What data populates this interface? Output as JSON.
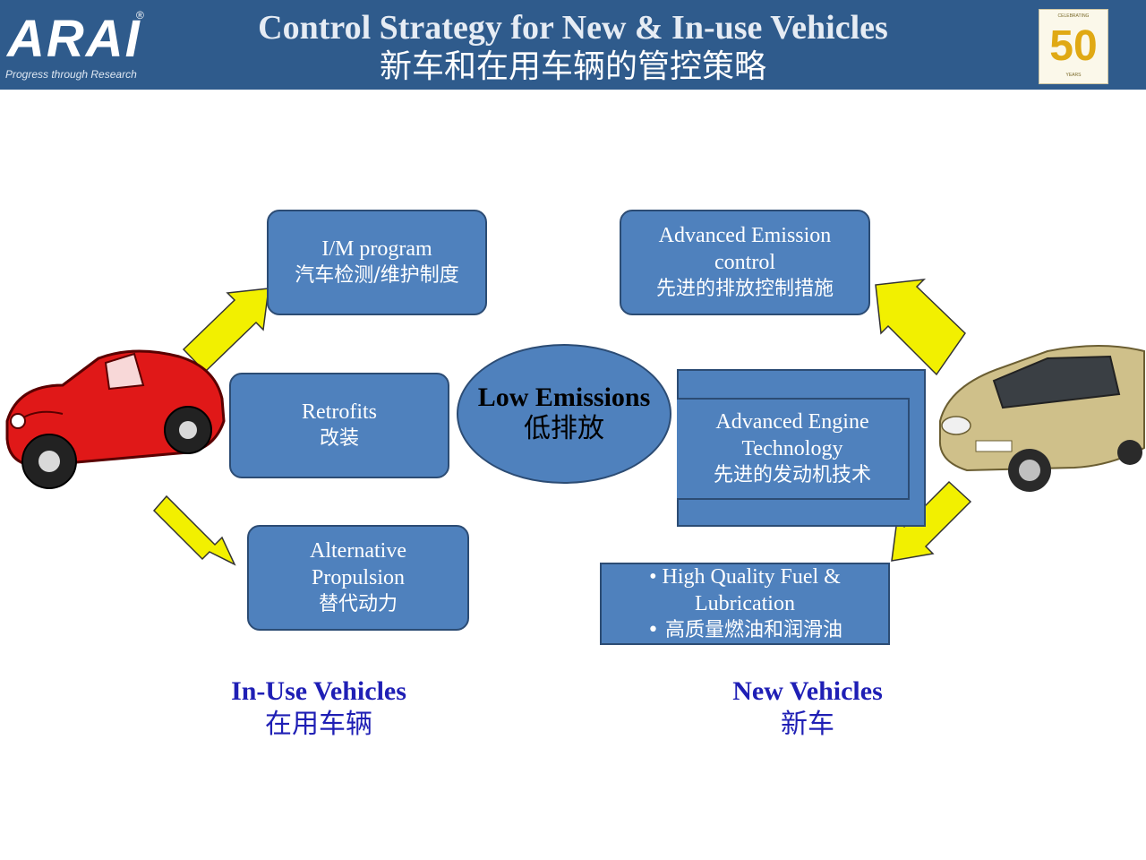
{
  "header": {
    "logo": "ARAI",
    "logo_reg": "®",
    "logo_tagline": "Progress through Research",
    "title_en": "Control Strategy for New & In-use Vehicles",
    "title_zh": "新车和在用车辆的管控策略",
    "badge_top": "CELEBRATING",
    "badge_number": "50",
    "badge_bottom": "YEARS"
  },
  "center": {
    "en": "Low Emissions",
    "zh": "低排放"
  },
  "left_boxes": [
    {
      "en": "I/M program",
      "zh": "汽车检测/维护制度"
    },
    {
      "en": "Retrofits",
      "zh": "改装"
    },
    {
      "en_1": "Alternative",
      "en_2": "Propulsion",
      "zh": "替代动力"
    }
  ],
  "right_boxes": [
    {
      "en_1": "Advanced Emission",
      "en_2": "control",
      "zh": "先进的排放控制措施"
    },
    {
      "en_1": "Advanced Engine",
      "en_2": "Technology",
      "zh": "先进的发动机技术"
    },
    {
      "en_1": "• High Quality Fuel &",
      "en_2": "Lubrication",
      "zh": "• 高质量燃油和润滑油"
    }
  ],
  "captions": {
    "in_use_en": "In-Use Vehicles",
    "in_use_zh": "在用车辆",
    "new_en": "New Vehicles",
    "new_zh": "新车"
  },
  "colors": {
    "header_bg": "#2f5b8c",
    "box_fill": "#4f81bd",
    "arrow_fill": "#f2f000",
    "caption_text": "#1f1fb5",
    "red_car": "#e01818",
    "gold_car": "#cfc08a"
  }
}
